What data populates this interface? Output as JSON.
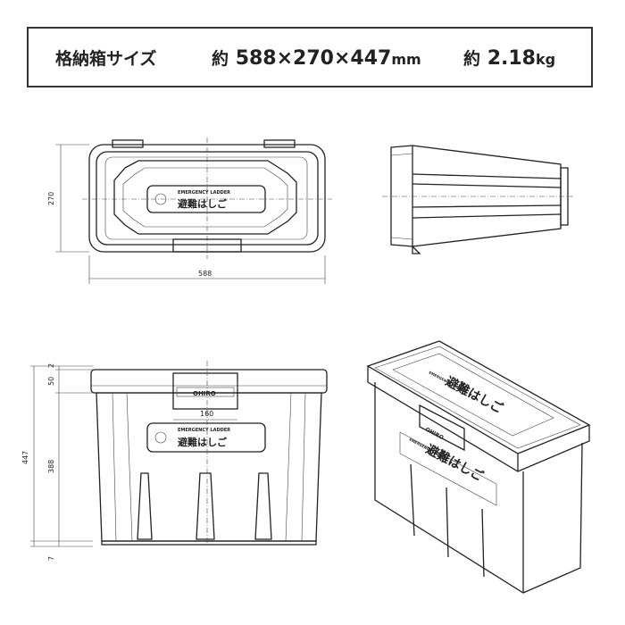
{
  "spec": {
    "label": "格納箱サイズ",
    "dim_prefix": "約",
    "dimensions": "588×270×447",
    "dim_unit": "mm",
    "weight_prefix": "約",
    "weight": "2.18",
    "weight_unit": "kg"
  },
  "views": {
    "top": {
      "width_label": "588",
      "height_label": "270"
    },
    "front": {
      "total_height": "447",
      "lid_gap": "2",
      "lid_height": "50",
      "body_height": "388",
      "foot_height": "7",
      "latch_width": "160"
    }
  },
  "labels": {
    "english": "EMERGENCY LADDER",
    "japanese": "避難はしご",
    "brand": "OHIRO"
  }
}
